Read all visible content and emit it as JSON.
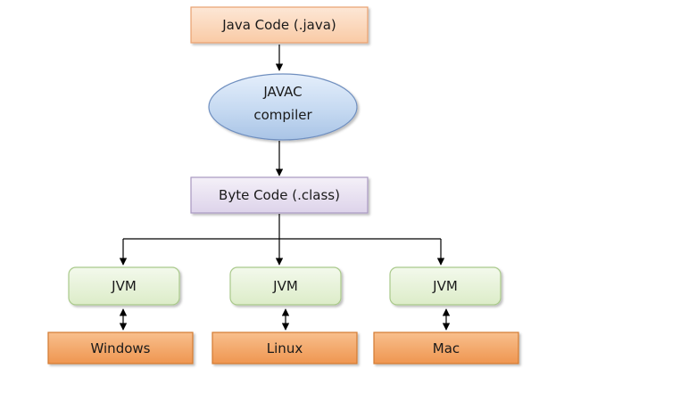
{
  "nodes": {
    "source": {
      "label": "Java Code (.java)"
    },
    "compiler": {
      "line1": "JAVAC",
      "line2": "compiler"
    },
    "bytecode": {
      "label": "Byte Code (.class)"
    },
    "jvms": [
      {
        "label": "JVM"
      },
      {
        "label": "JVM"
      },
      {
        "label": "JVM"
      }
    ],
    "platforms": [
      {
        "label": "Windows"
      },
      {
        "label": "Linux"
      },
      {
        "label": "Mac"
      }
    ]
  },
  "colors": {
    "source_fill": "#fbd9c0",
    "source_border": "#e8a070",
    "compiler_fill": "#c5d9f1",
    "compiler_border": "#6f8fbf",
    "bytecode_fill": "#e8e0f0",
    "bytecode_border": "#a898c0",
    "jvm_fill": "#e6f2d6",
    "jvm_border": "#a9c98a",
    "platform_fill": "#f4a566",
    "platform_border": "#d37a30"
  }
}
